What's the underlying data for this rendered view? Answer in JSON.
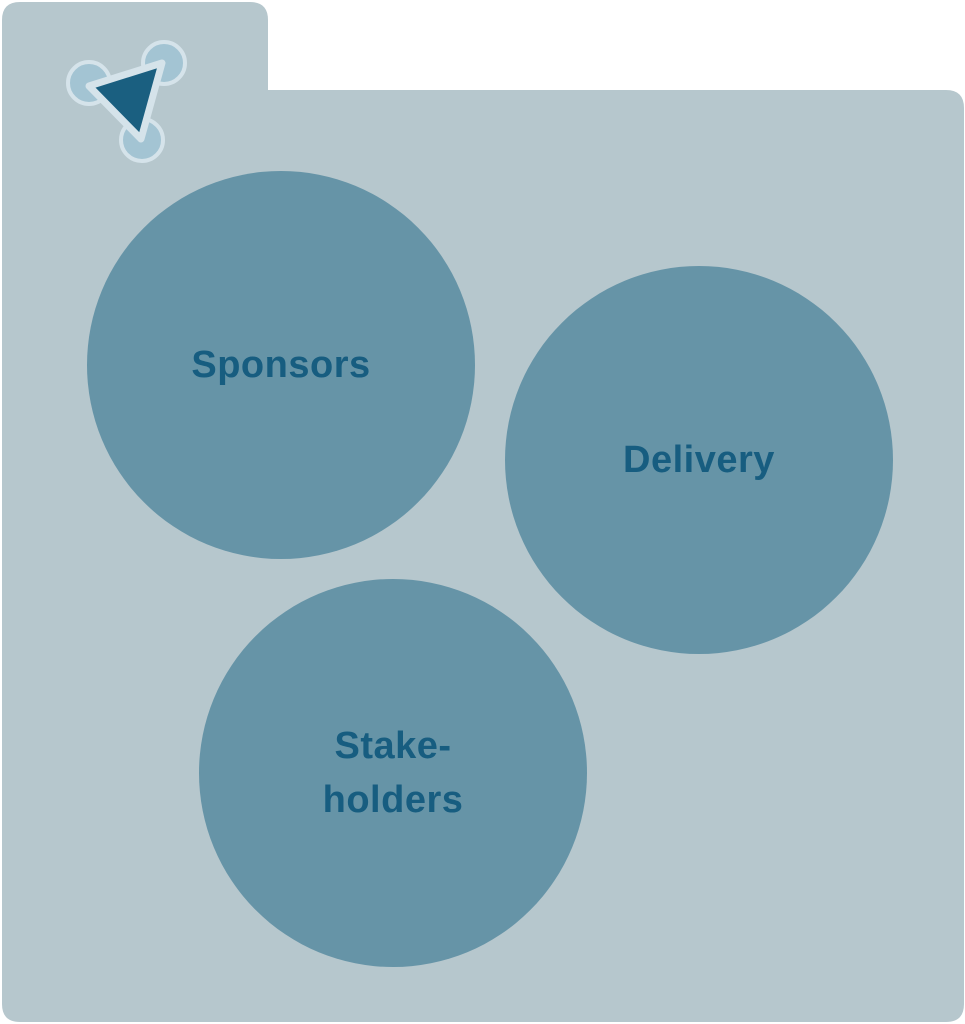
{
  "colors": {
    "folder": "#b6c7cd",
    "circle": "#6694a7",
    "label": "#175d80",
    "logo_dark": "#1a5f80",
    "logo_light": "#a3c4d3",
    "logo_stroke": "#d5e3ea"
  },
  "logo": {
    "icon": "triangle-network-icon"
  },
  "circles": [
    {
      "label": "Sponsors"
    },
    {
      "label": "Delivery"
    },
    {
      "label": "Stake-\nholders"
    }
  ]
}
